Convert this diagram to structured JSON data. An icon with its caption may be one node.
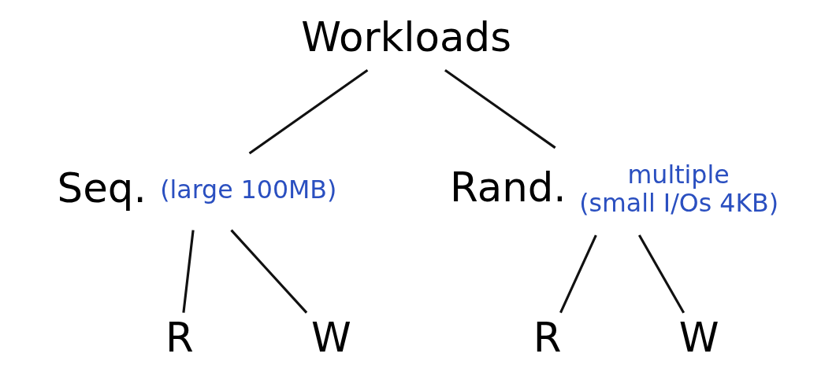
{
  "diagram": {
    "nodes": [
      {
        "text": [
          "Workloads"
        ]
      },
      {
        "text": [
          "Seq."
        ],
        "beside": [
          "(large 100MB)"
        ]
      },
      {
        "text": [
          "Rand."
        ],
        "beside": [
          "multiple",
          "(small I/Os 4KB)"
        ]
      },
      {
        "text": [
          "R"
        ]
      },
      {
        "text": [
          "W"
        ]
      },
      {
        "text": [
          "R"
        ]
      },
      {
        "text": [
          "W"
        ]
      }
    ],
    "edges": [
      {
        "from": 0,
        "to": 1,
        "arrow": "none"
      },
      {
        "from": 0,
        "to": 2,
        "arrow": "none"
      },
      {
        "from": 1,
        "to": 3,
        "arrow": "none"
      },
      {
        "from": 1,
        "to": 4,
        "arrow": "none"
      },
      {
        "from": 2,
        "to": 5,
        "arrow": "none"
      },
      {
        "from": 2,
        "to": 6,
        "arrow": "none"
      }
    ]
  }
}
